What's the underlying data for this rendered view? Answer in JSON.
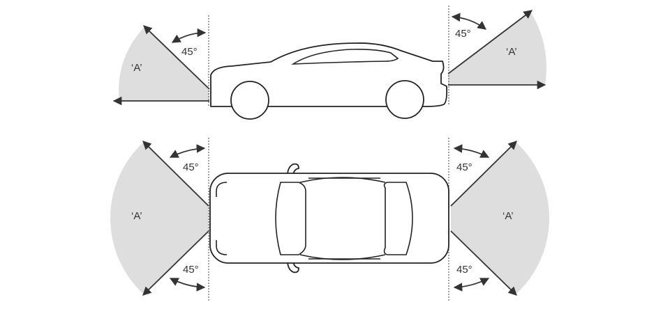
{
  "colors": {
    "zone_fill": "#dededf",
    "line": "#333333"
  },
  "icons": {
    "arrowheads": "triangle-arrow-icon",
    "angle_arcs": "double-arrow-arc-icon"
  },
  "side_view": {
    "rear": {
      "angle_label": "45°",
      "zone_label": "‘A’"
    },
    "front": {
      "angle_label": "45°",
      "zone_label": "‘A’"
    }
  },
  "top_view": {
    "rear_upper": {
      "angle_label": "45°"
    },
    "rear_lower": {
      "angle_label": "45°"
    },
    "rear_zone_label": "‘A’",
    "front_upper": {
      "angle_label": "45°"
    },
    "front_lower": {
      "angle_label": "45°"
    },
    "front_zone_label": "‘A’"
  }
}
